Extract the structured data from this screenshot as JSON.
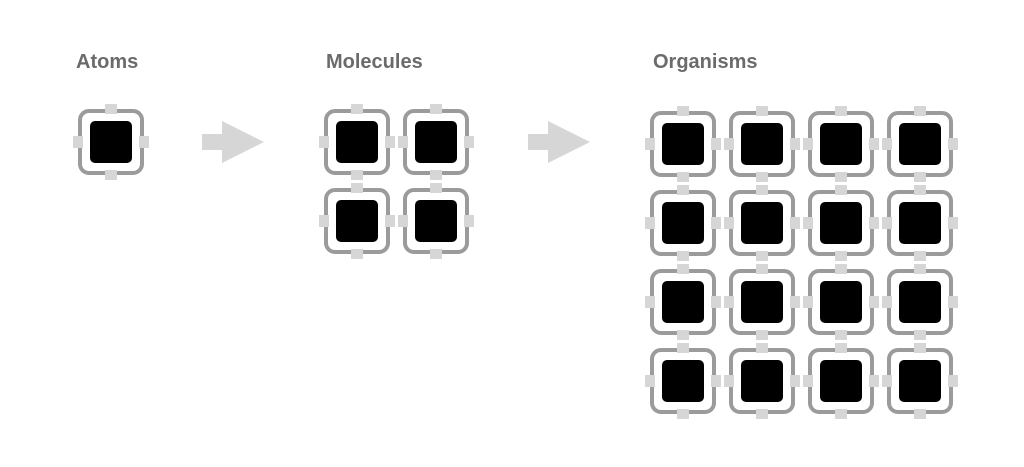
{
  "labels": {
    "atoms": "Atoms",
    "molecules": "Molecules",
    "organisms": "Organisms"
  },
  "stages": [
    {
      "name": "atoms",
      "rows": 1,
      "cols": 1
    },
    {
      "name": "molecules",
      "rows": 2,
      "cols": 2
    },
    {
      "name": "organisms",
      "rows": 4,
      "cols": 4
    }
  ],
  "colors": {
    "background": "#ffffff",
    "label": "#6b6b6b",
    "frame": "#9b9b9b",
    "connector": "#d6d6d6",
    "core": "#000000",
    "arrow": "#d6d6d6"
  }
}
